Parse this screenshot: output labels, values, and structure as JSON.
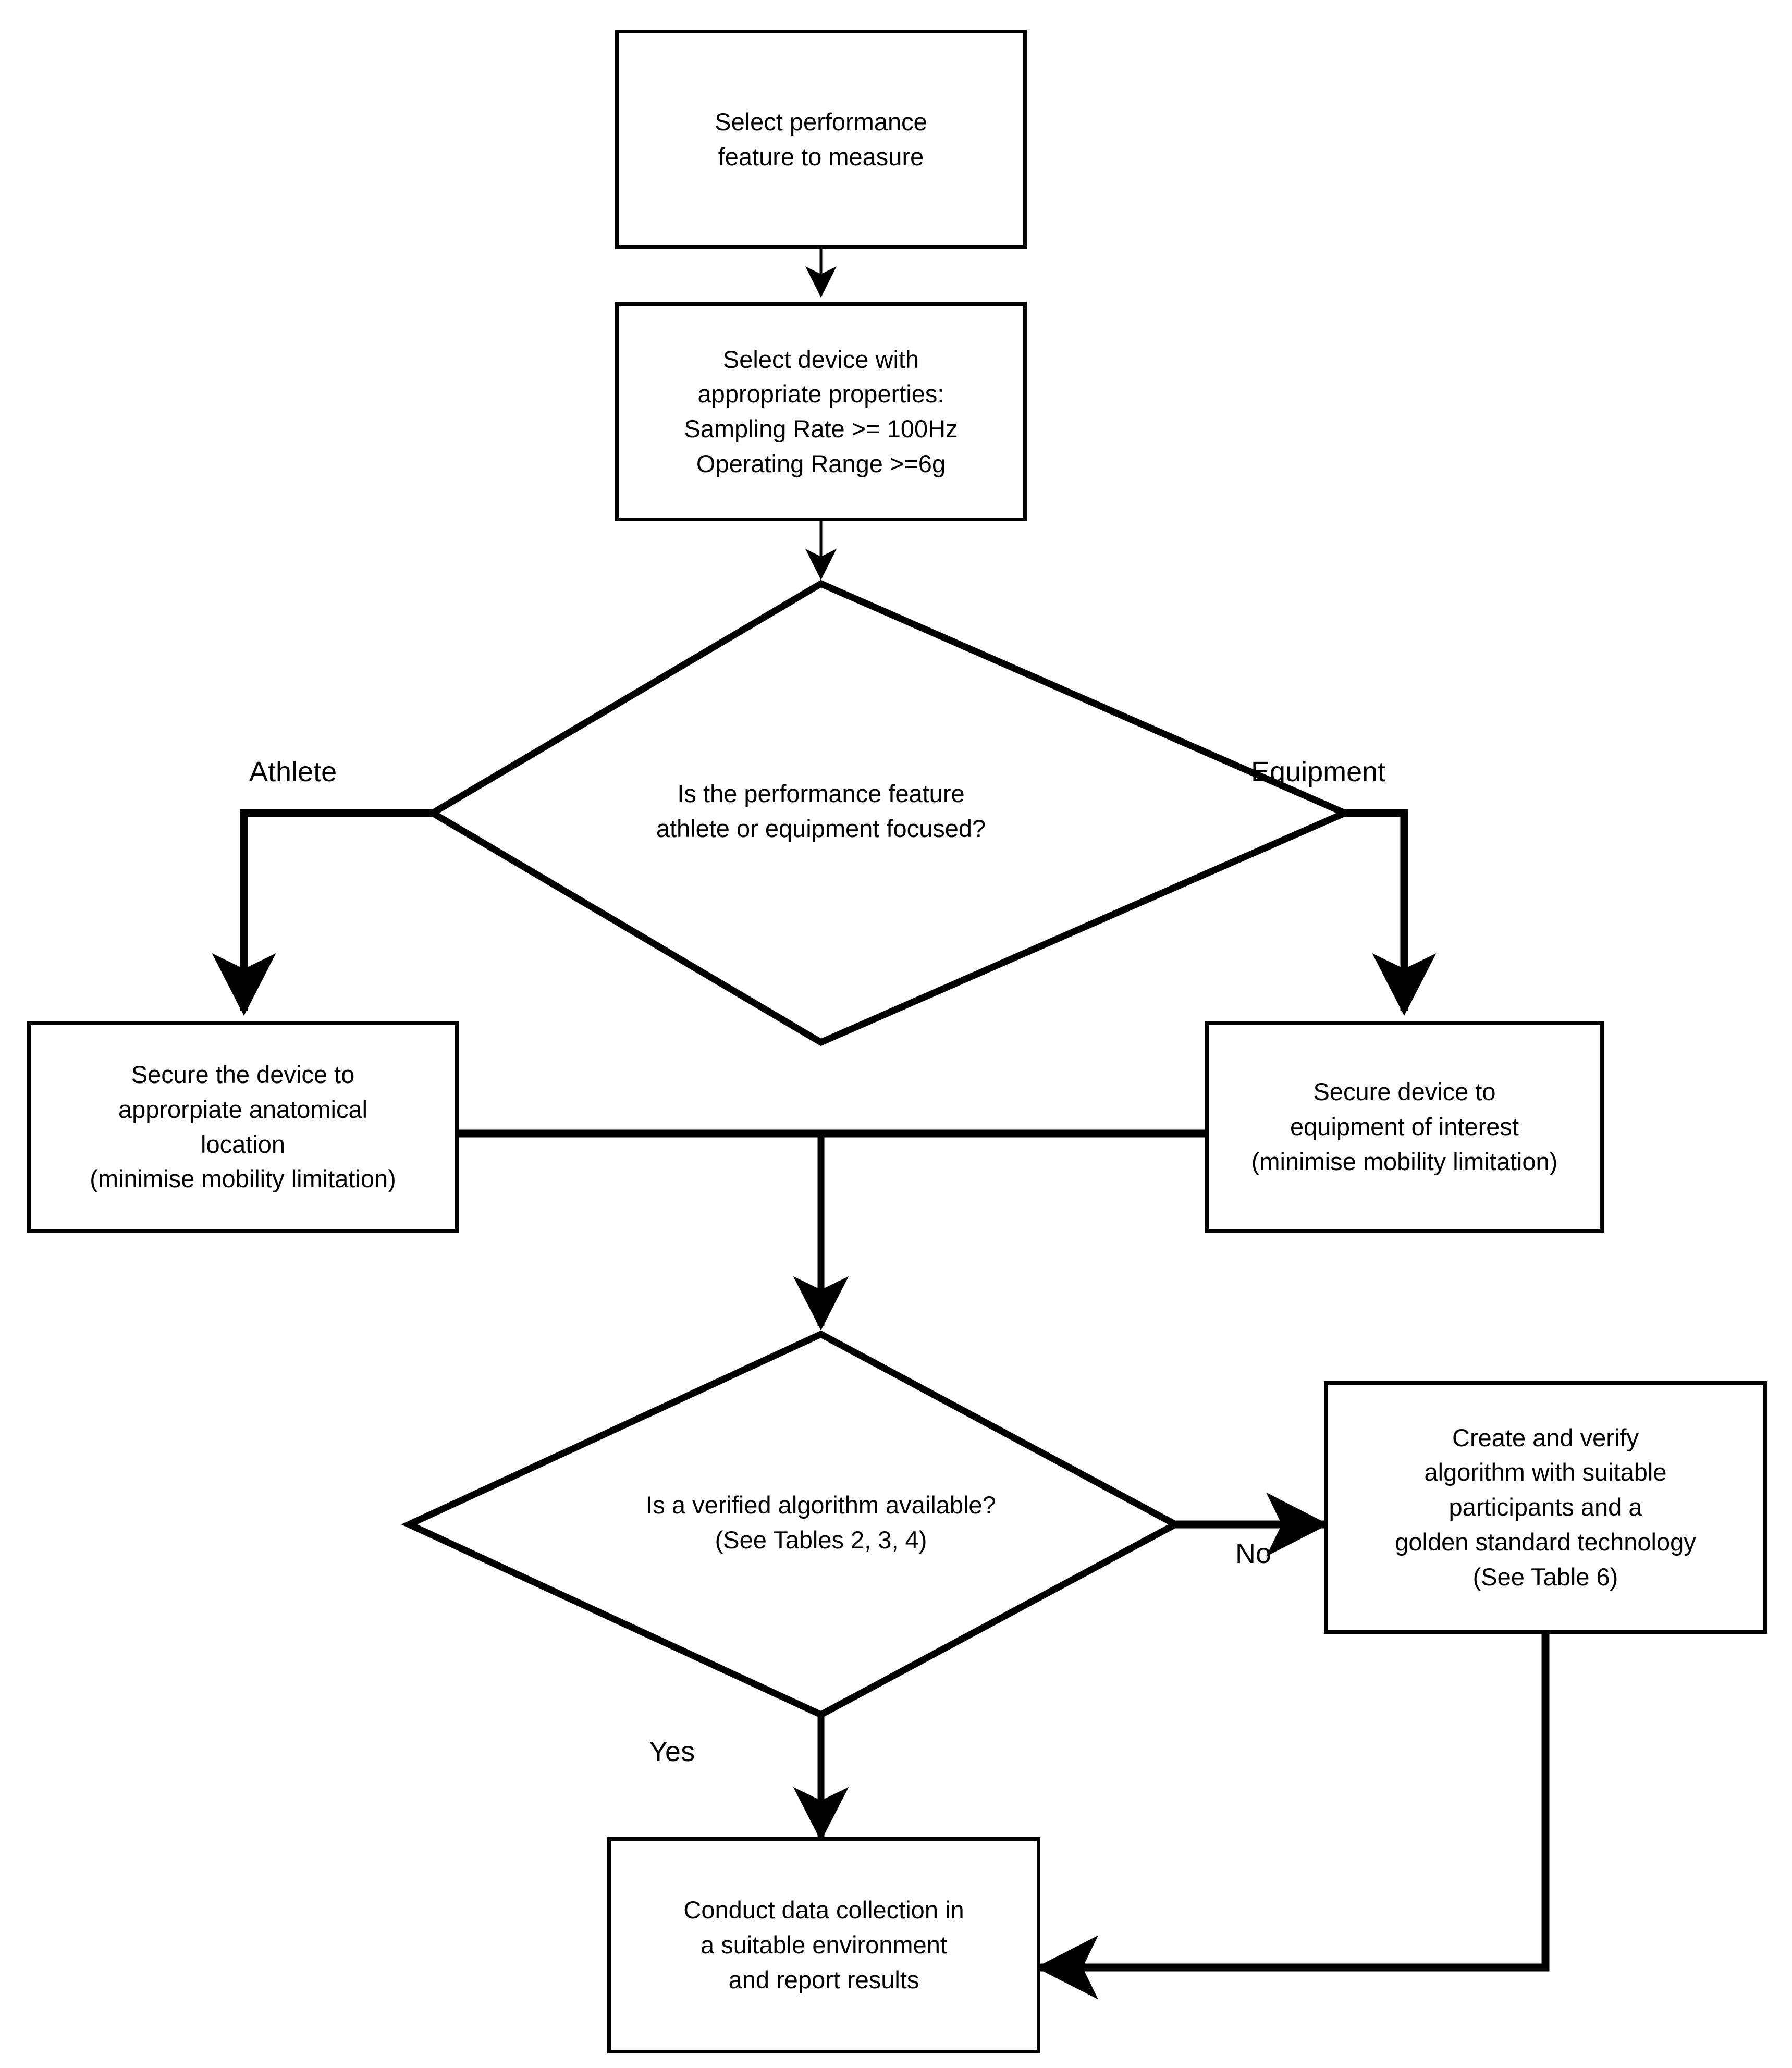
{
  "diagram": {
    "title": "Accelerometer performance measurement decision flowchart",
    "colors": {
      "stroke": "#000000",
      "fill": "#ffffff",
      "text": "#000000"
    },
    "nodes": [
      {
        "id": "n1",
        "type": "process",
        "text": "Select performance\nfeature to measure"
      },
      {
        "id": "n2",
        "type": "process",
        "text": "Select device with\nappropriate properties:\nSampling Rate >= 100Hz\nOperating Range >=6g"
      },
      {
        "id": "d1",
        "type": "decision",
        "text": "Is the performance feature\nathlete or equipment focused?"
      },
      {
        "id": "n3",
        "type": "process",
        "text": "Secure the device to\napprorpiate  anatomical\nlocation\n(minimise mobility limitation)"
      },
      {
        "id": "n4",
        "type": "process",
        "text": "Secure device to\nequipment of interest\n(minimise mobility limitation)"
      },
      {
        "id": "d2",
        "type": "decision",
        "text": "Is a verified algorithm available?\n(See Tables 2, 3, 4)"
      },
      {
        "id": "n5",
        "type": "process",
        "text": "Create and verify\nalgorithm with suitable\nparticipants and a\ngolden standard technology\n(See Table 6)"
      },
      {
        "id": "n6",
        "type": "process",
        "text": "Conduct data collection in\na suitable environment\nand report results"
      }
    ],
    "edge_labels": {
      "athlete": "Athlete",
      "equipment": "Equipment",
      "no": "No",
      "yes": "Yes"
    }
  }
}
